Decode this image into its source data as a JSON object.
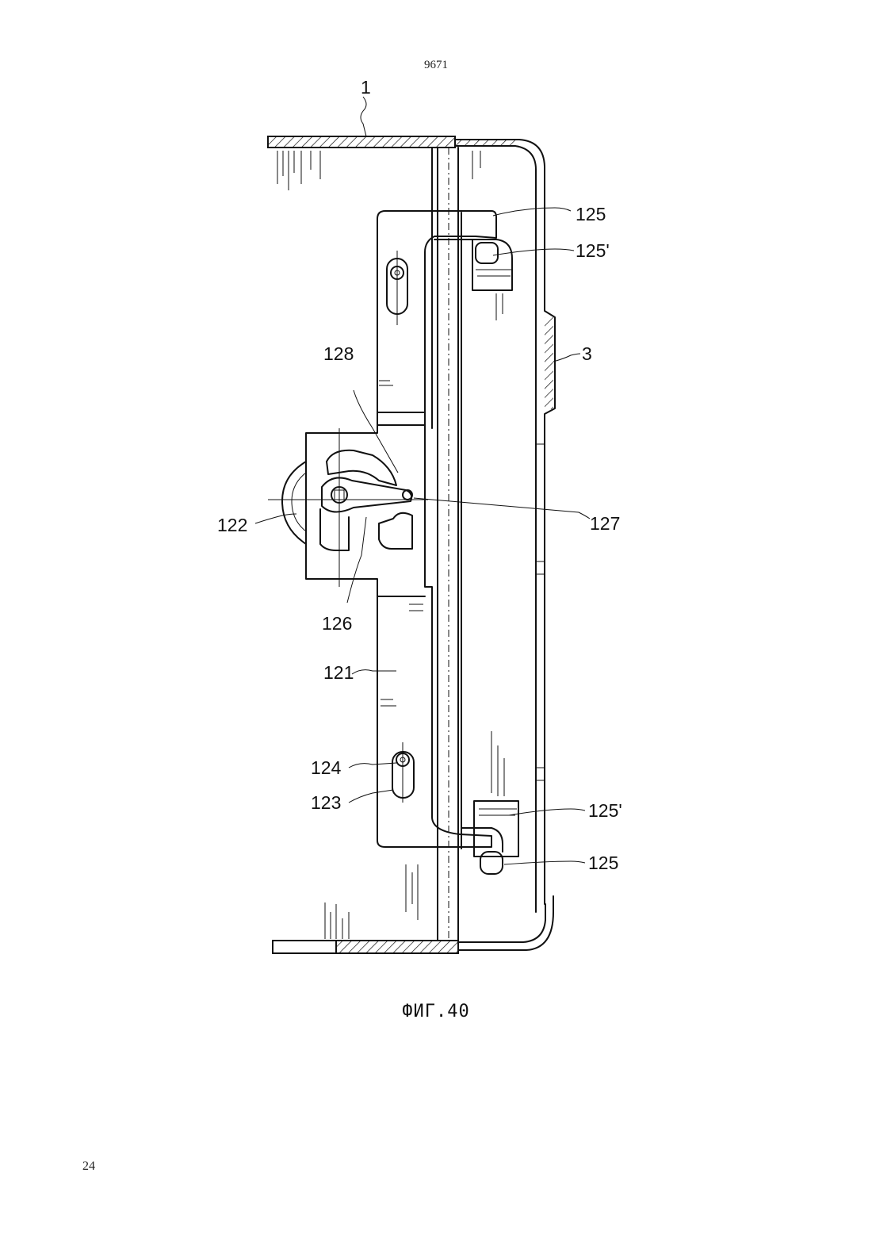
{
  "header": {
    "document_number": "9671"
  },
  "footer": {
    "page_number": "24"
  },
  "figure": {
    "caption": "ФИГ.40",
    "reference_labels": {
      "wall": "1",
      "door_panel": "3",
      "plate": "121",
      "roller": "122",
      "slot": "123",
      "bolt": "124",
      "hook_top": "125",
      "hook_top_prime": "125'",
      "hook_bottom_prime": "125'",
      "hook_bottom": "125",
      "pivot_lever": "126",
      "pin": "127",
      "cam": "128"
    }
  }
}
